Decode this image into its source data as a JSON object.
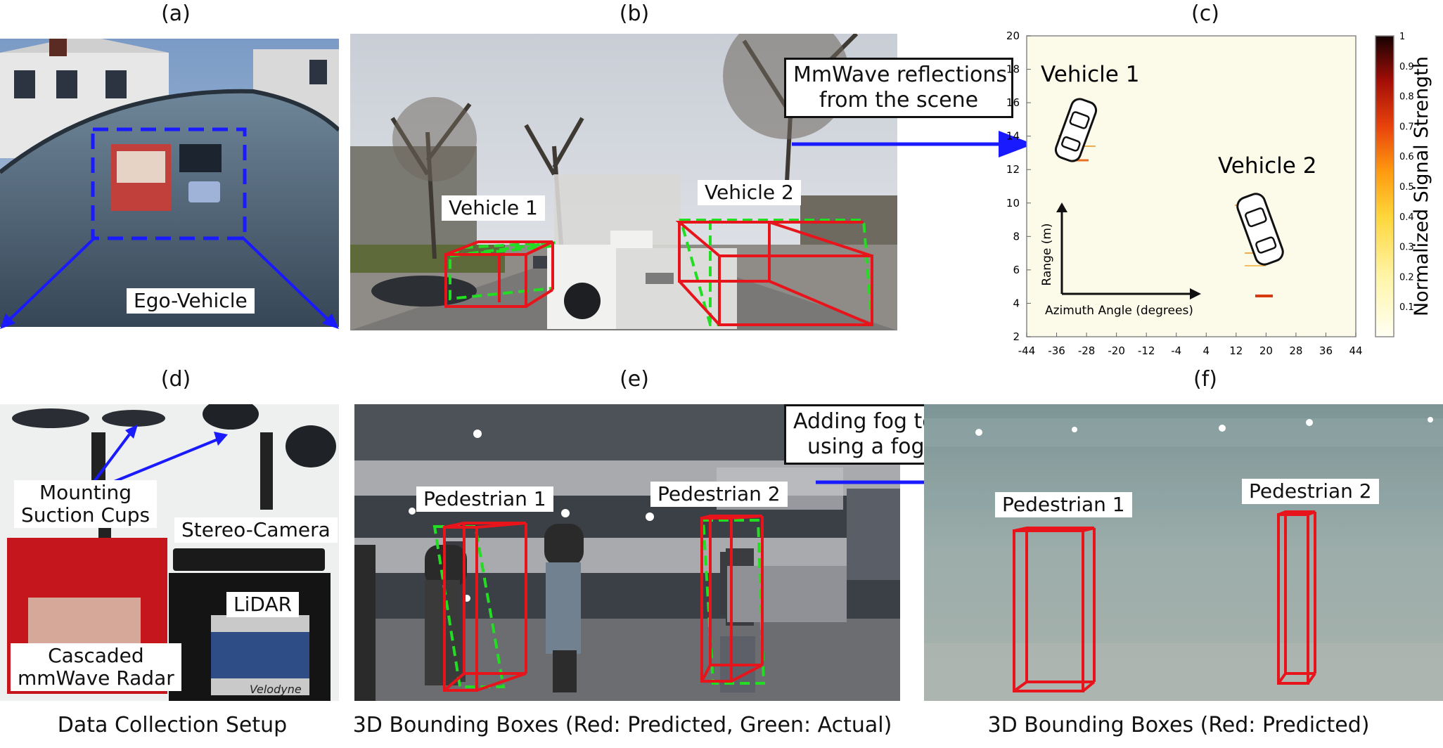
{
  "panel_labels": {
    "a": "(a)",
    "b": "(b)",
    "c": "(c)",
    "d": "(d)",
    "e": "(e)",
    "f": "(f)"
  },
  "panel_a": {
    "ego_vehicle": "Ego-Vehicle"
  },
  "panel_b": {
    "vehicle1": "Vehicle 1",
    "vehicle2": "Vehicle 2",
    "callout_line1": "MmWave reflections",
    "callout_line2": "from the scene"
  },
  "panel_c": {
    "vehicle1": "Vehicle 1",
    "vehicle2": "Vehicle 2",
    "range_label": "Range (m)",
    "azimuth_label": "Azimuth Angle (degrees)",
    "colorbar_label": "Normalized Signal Strength",
    "x_ticks": [
      "-44",
      "-36",
      "-28",
      "-20",
      "-12",
      "-4",
      "4",
      "12",
      "20",
      "28",
      "36",
      "44"
    ],
    "y_ticks": [
      "2",
      "4",
      "6",
      "8",
      "10",
      "12",
      "14",
      "16",
      "18",
      "20"
    ],
    "cb_ticks": [
      "1",
      "0.9",
      "0.8",
      "0.7",
      "0.6",
      "0.5",
      "0.4",
      "0.3",
      "0.2",
      "0.1"
    ]
  },
  "panel_d": {
    "suction_line1": "Mounting",
    "suction_line2": "Suction Cups",
    "stereo": "Stereo-Camera",
    "lidar": "LiDAR",
    "radar_line1": "Cascaded",
    "radar_line2": "mmWave Radar",
    "velodyne": "Velodyne"
  },
  "panel_e": {
    "ped1": "Pedestrian 1",
    "ped2": "Pedestrian 2",
    "callout_line1": "Adding fog to the scene",
    "callout_line2": "using a fog machine"
  },
  "panel_f": {
    "ped1": "Pedestrian 1",
    "ped2": "Pedestrian 2"
  },
  "captions": {
    "left": "Data Collection Setup",
    "middle": "3D Bounding Boxes (Red: Predicted, Green: Actual)",
    "right": "3D Bounding Boxes (Red: Predicted)"
  },
  "colors": {
    "predicted": "#e8141b",
    "actual": "#22dd22",
    "arrow": "#1a1aff",
    "callout_border": "#111111"
  }
}
